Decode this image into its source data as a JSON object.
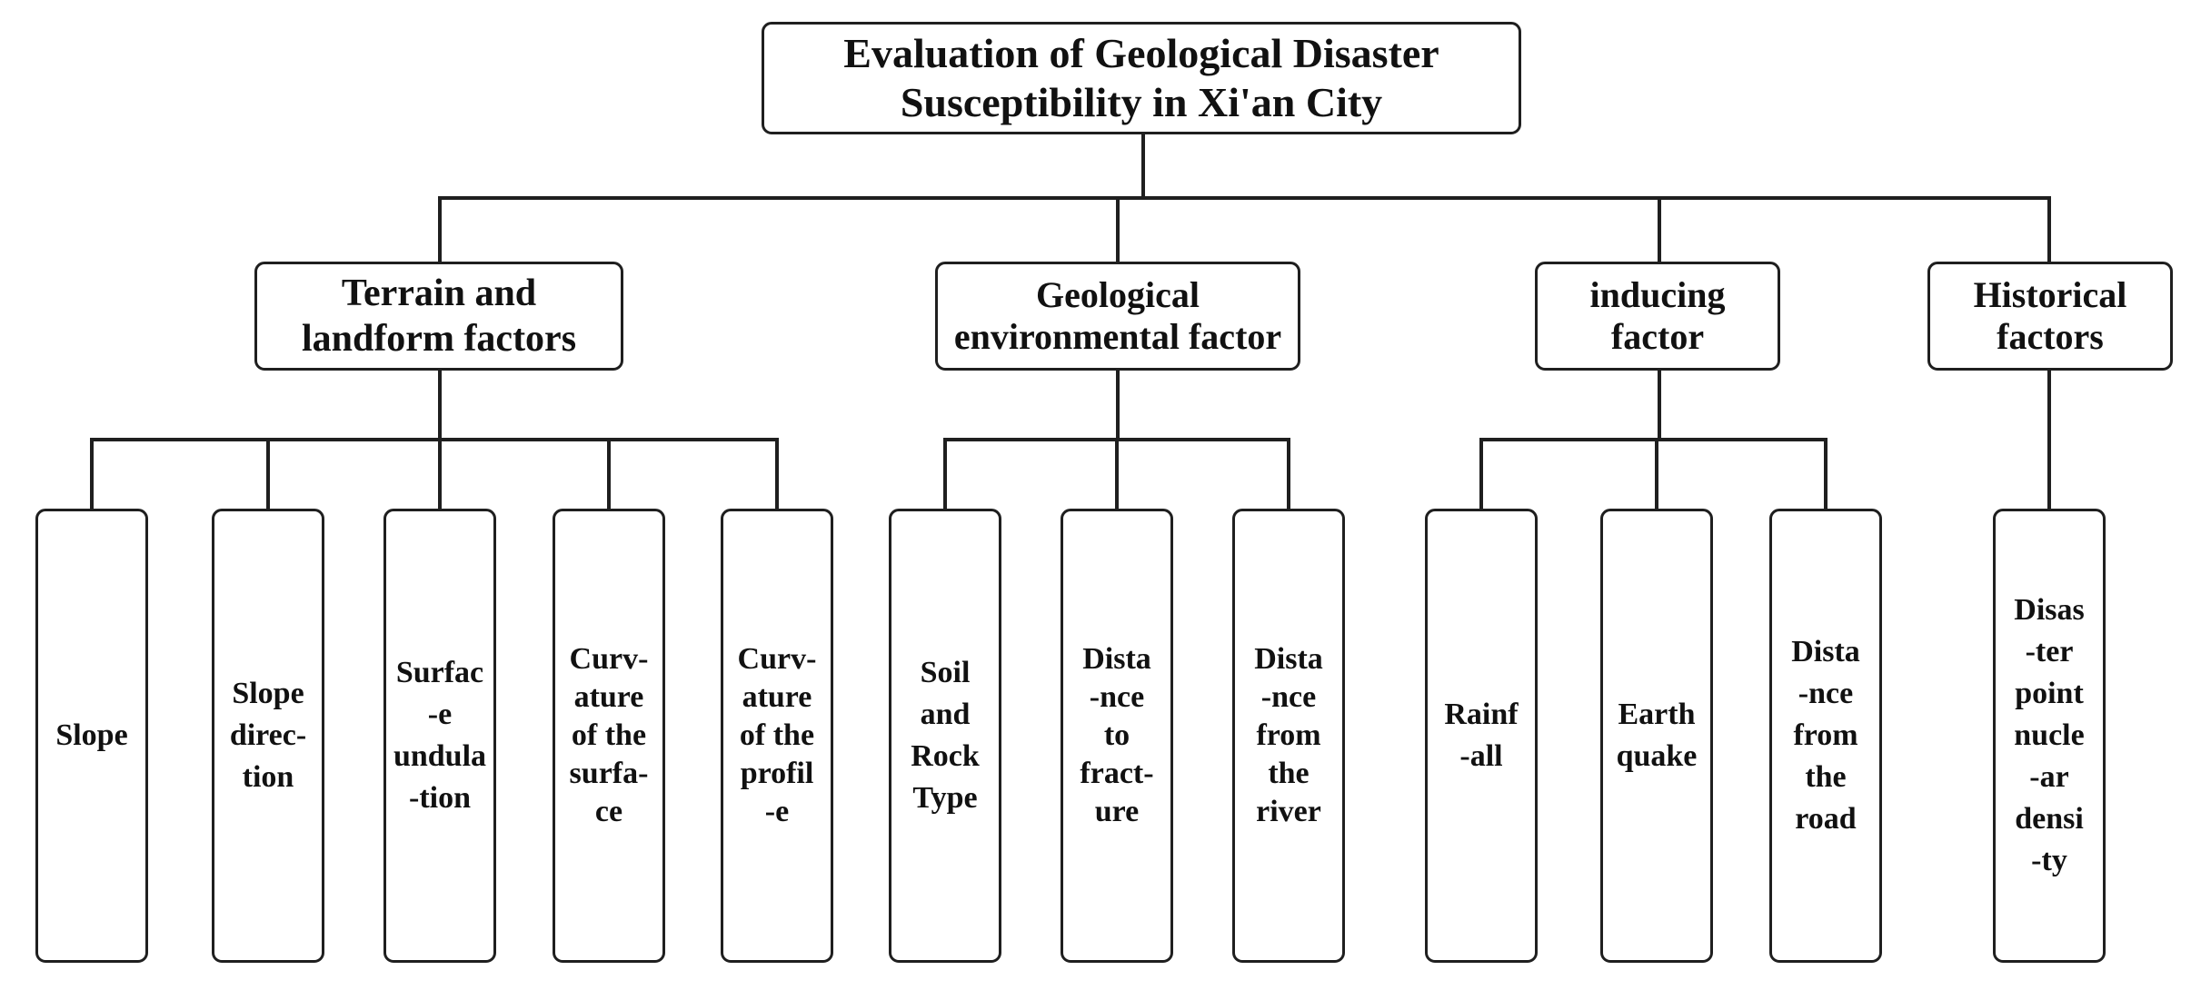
{
  "root": {
    "label": "Evaluation of Geological Disaster\nSusceptibility in Xi'an City"
  },
  "categories": [
    {
      "label": "Terrain and\nlandform factors",
      "factors": [
        "Slope",
        "Slope\ndirec-\ntion",
        "Surfac\n-e\nundula\n-tion",
        "Curv-\nature\nof the\nsurfa-\nce",
        "Curv-\nature\nof the\nprofil\n-e"
      ]
    },
    {
      "label": "Geological\nenvironmental factor",
      "factors": [
        "Soil\nand\nRock\nType",
        "Dista\n-nce\nto\nfract-\nure",
        "Dista\n-nce\nfrom\nthe\nriver"
      ]
    },
    {
      "label": "inducing\nfactor",
      "factors": [
        "Rainf\n-all",
        "Earth\nquake",
        "Dista\n-nce\nfrom\nthe\nroad"
      ]
    },
    {
      "label": "Historical\nfactors",
      "factors": [
        "Disas\n-ter\npoint\nnucle\n-ar\ndensi\n-ty"
      ]
    }
  ],
  "colors": {
    "line": "#1f1f1f",
    "box_fill": "#ffffff",
    "text": "#111111"
  }
}
